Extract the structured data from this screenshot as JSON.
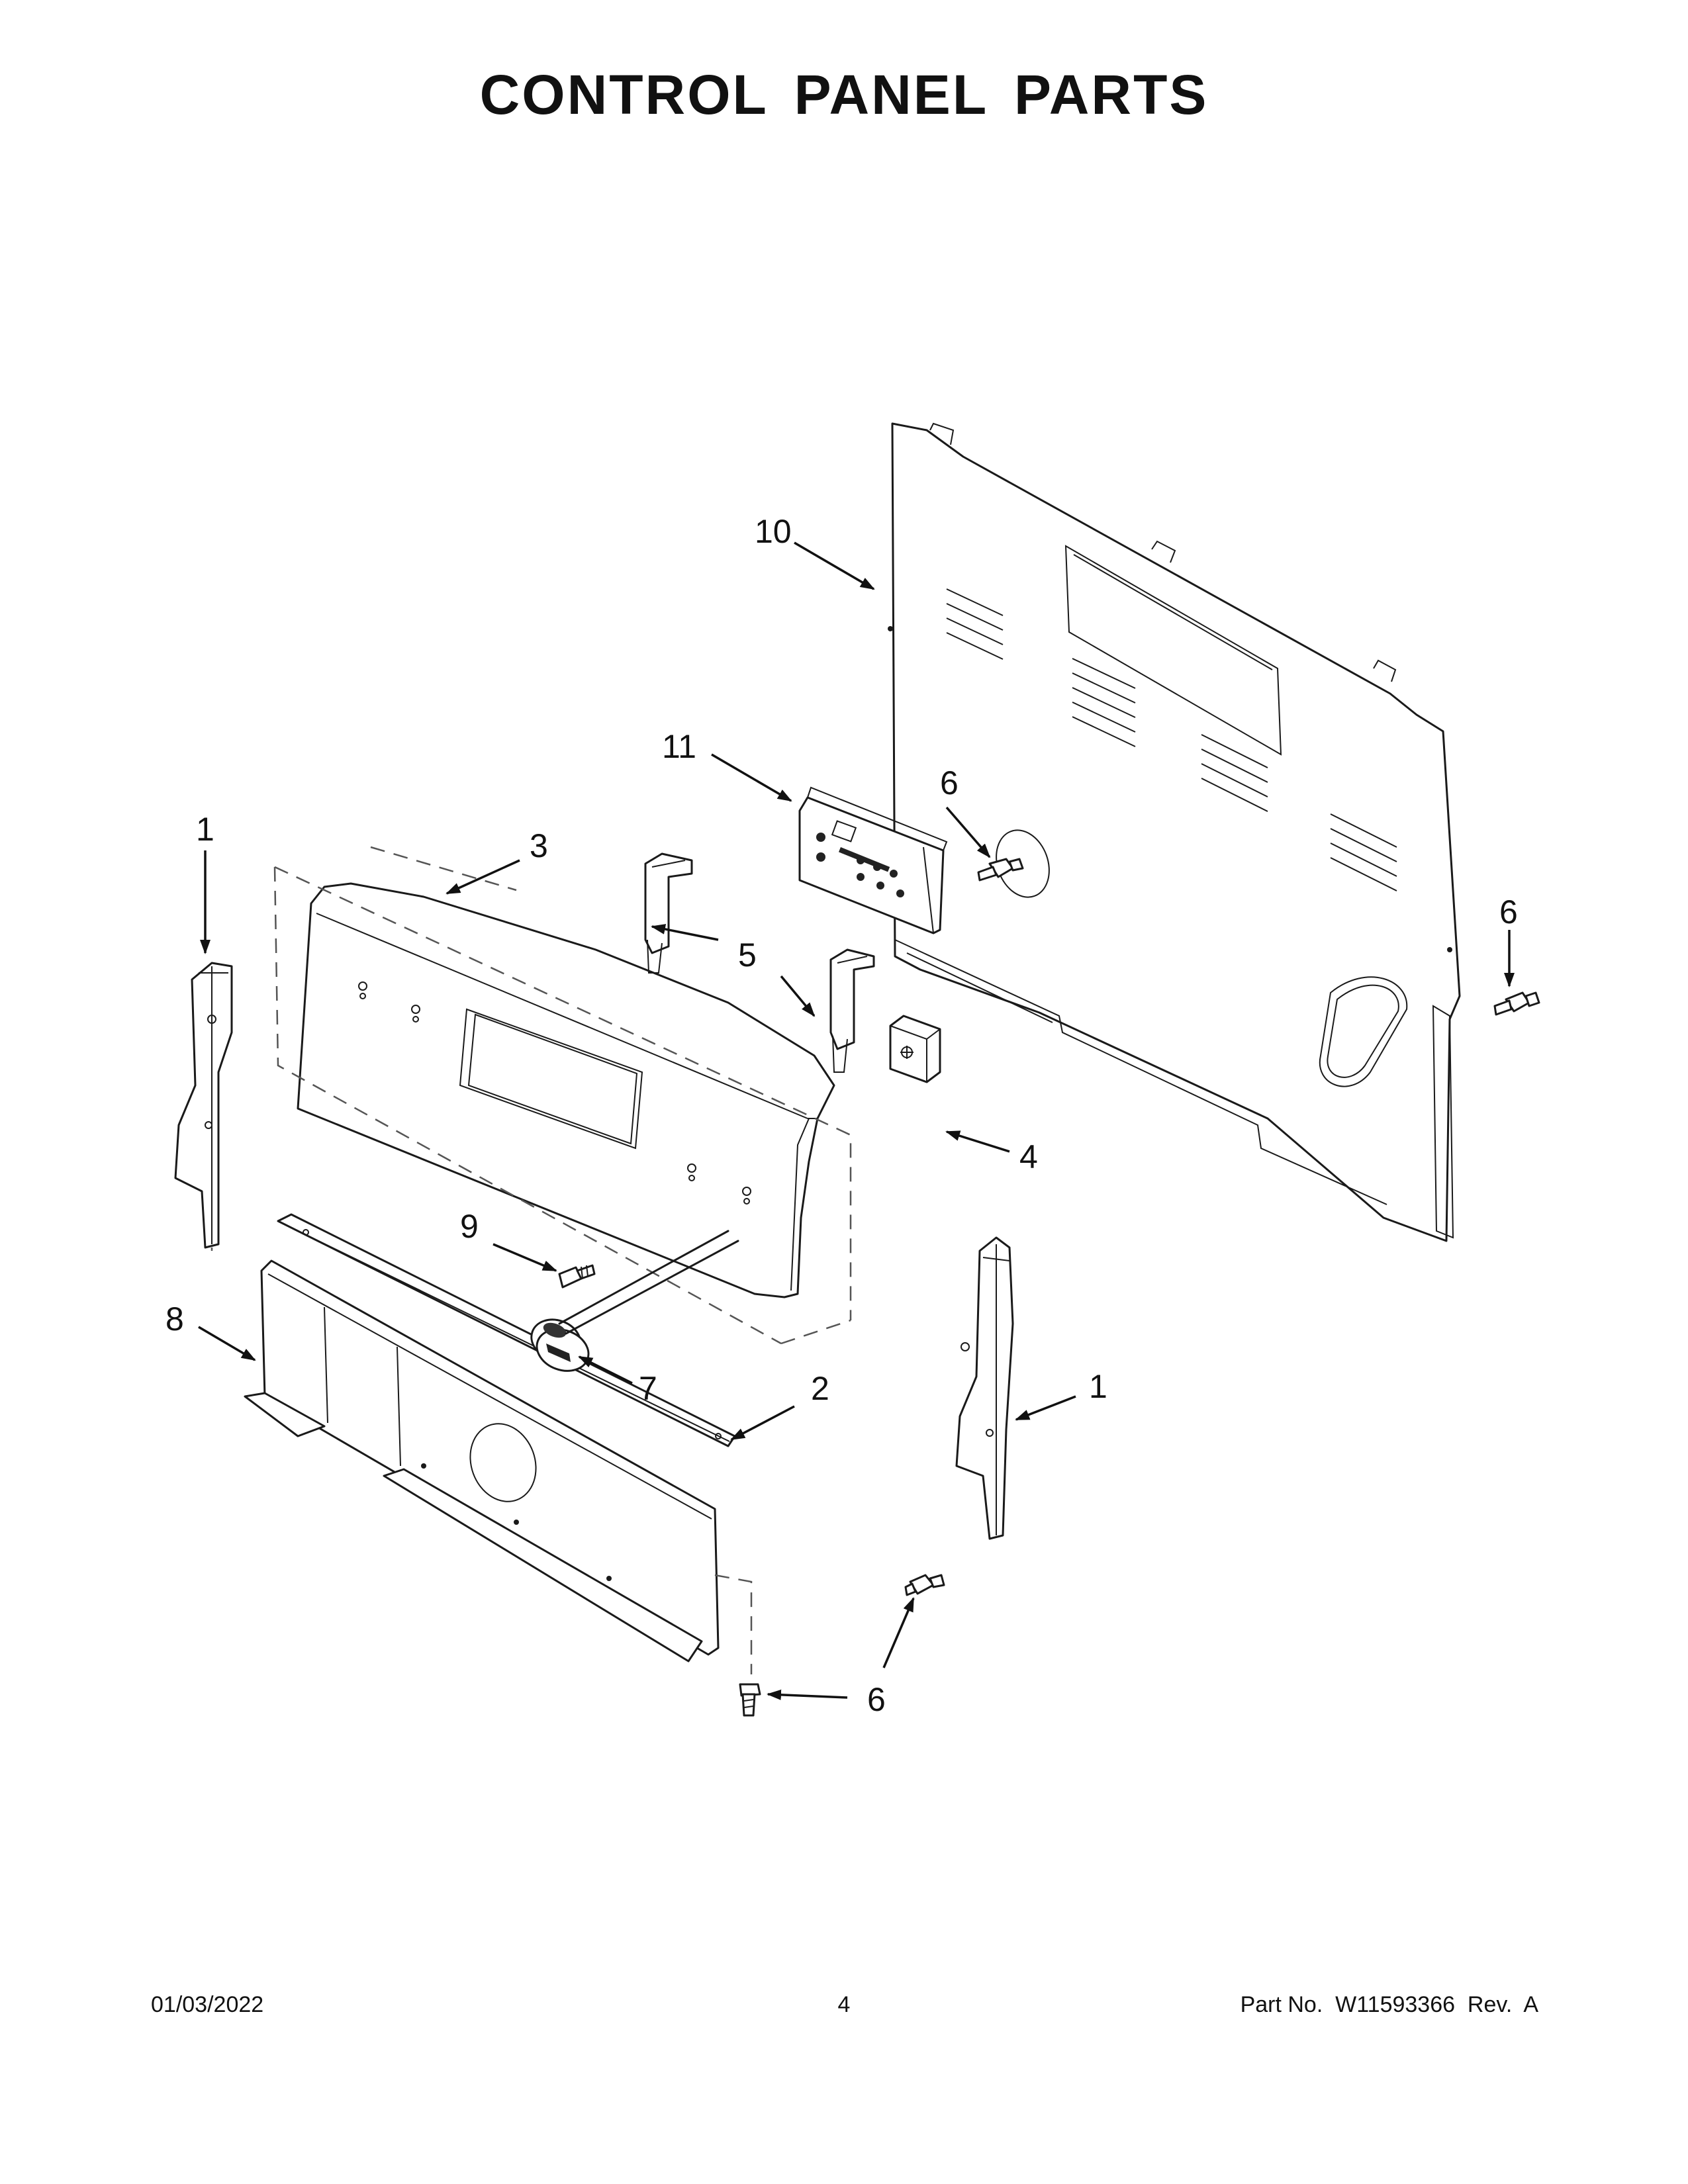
{
  "title": "CONTROL PANEL PARTS",
  "callouts": {
    "c1_left": "1",
    "c1_right": "1",
    "c2": "2",
    "c3": "3",
    "c4": "4",
    "c5": "5",
    "c6_a": "6",
    "c6_b": "6",
    "c6_c": "6",
    "c6_d": "6",
    "c7": "7",
    "c8": "8",
    "c9": "9",
    "c10": "10",
    "c11": "11"
  },
  "footer": {
    "date": "01/03/2022",
    "page": "4",
    "part_label": "Part No.  W11593366  Rev.  A"
  }
}
